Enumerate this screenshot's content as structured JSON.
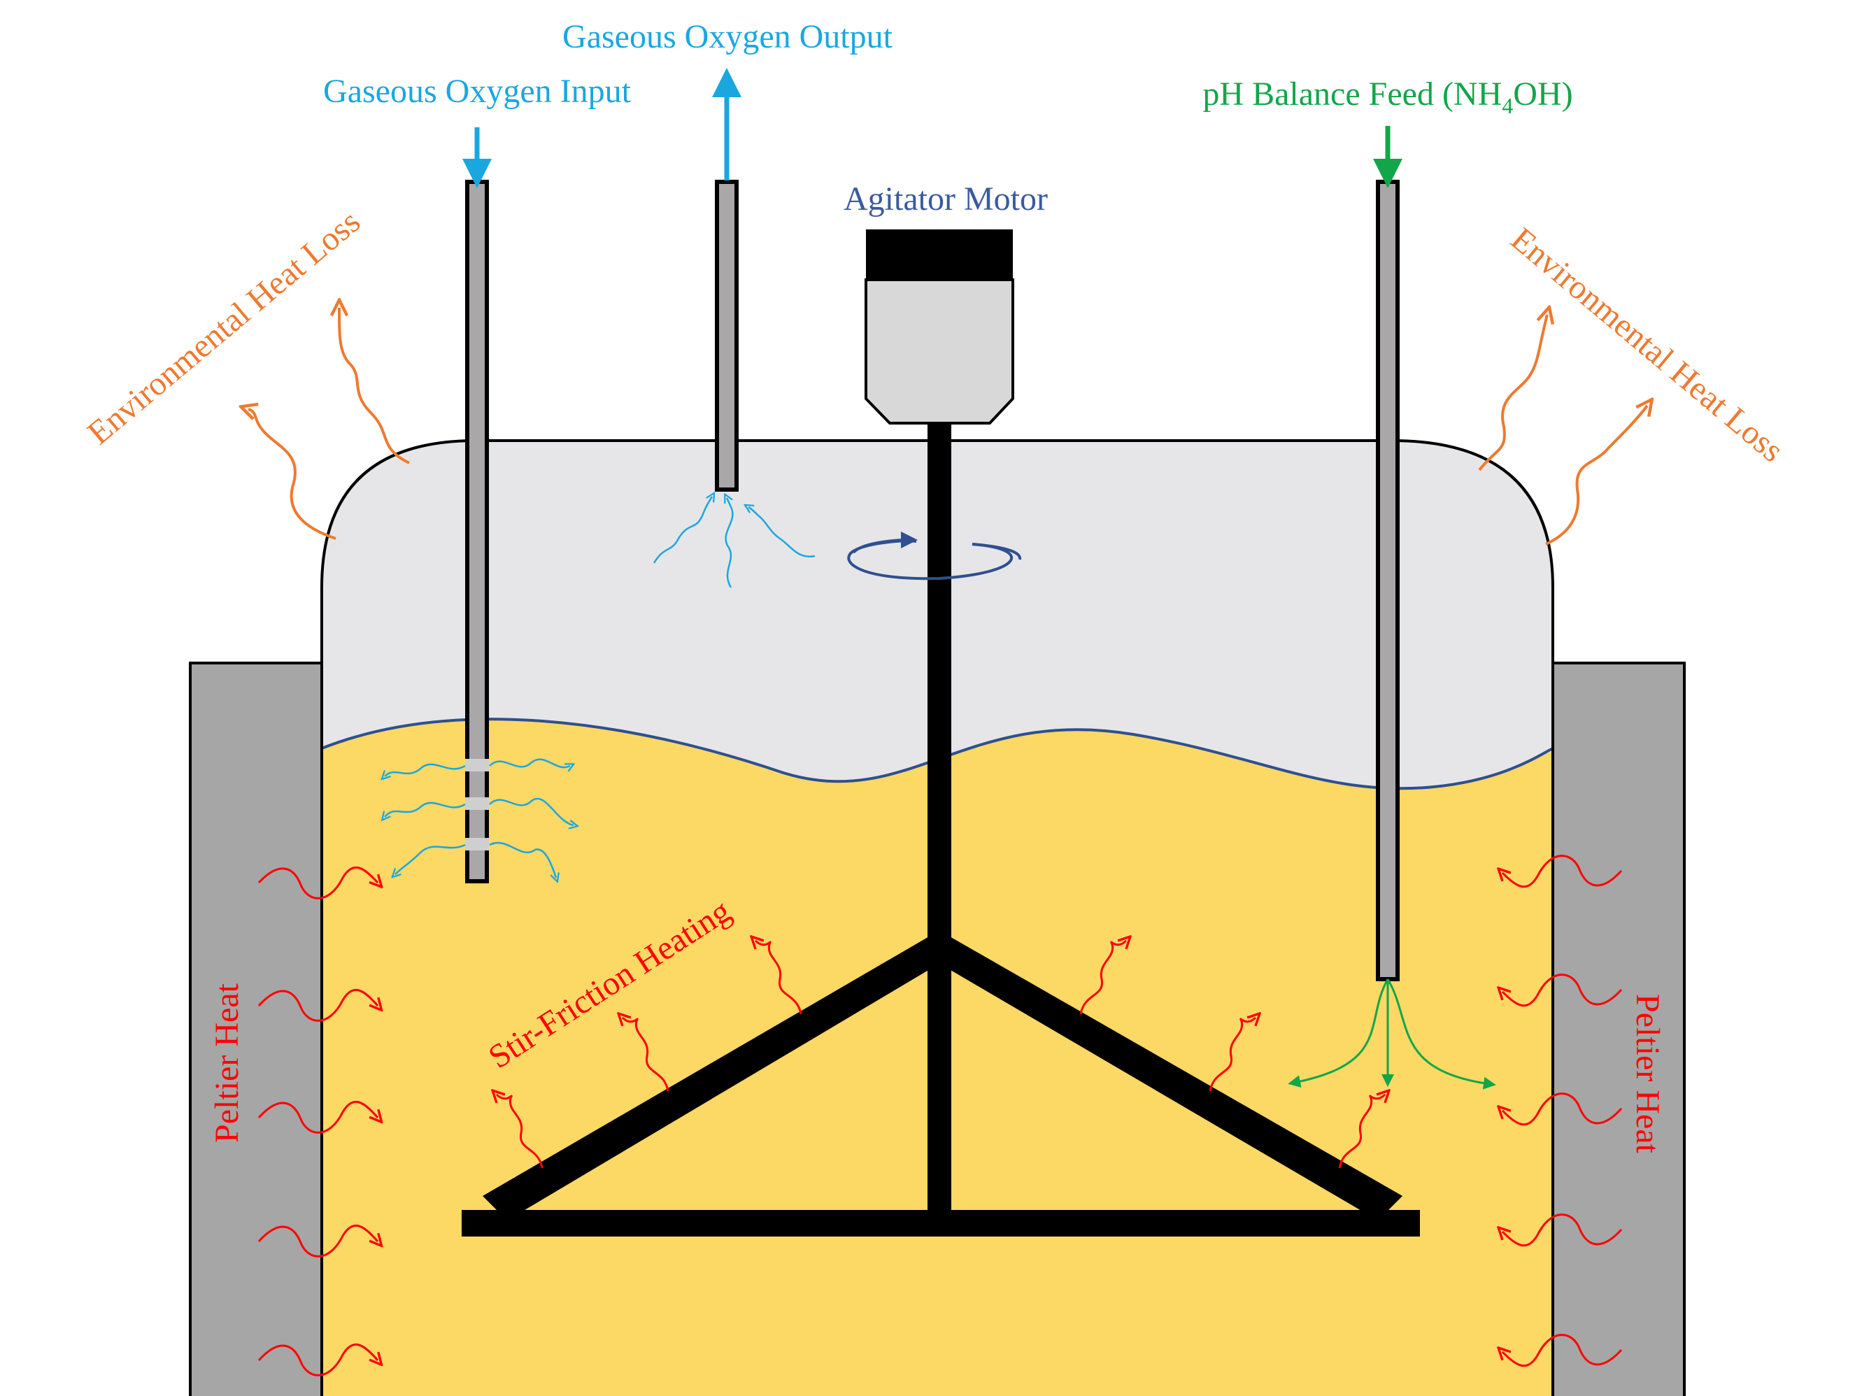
{
  "labels": {
    "oxygen_input": "Gaseous Oxygen Input",
    "oxygen_output": "Gaseous Oxygen Output",
    "agitator_motor": "Agitator Motor",
    "ph_feed_prefix": "pH Balance Feed (NH",
    "ph_feed_subscript": "4",
    "ph_feed_suffix": "OH)",
    "heat_loss_left": "Environmental Heat Loss",
    "heat_loss_right": "Environmental Heat Loss",
    "stir_friction": "Stir-Friction Heating",
    "peltier_left": "Peltier Heat",
    "peltier_right": "Peltier Heat"
  },
  "colors": {
    "oxygen": "#1aa7e0",
    "ph_feed": "#12a64a",
    "agitator": "#3a5aa0",
    "heat_loss": "#ee7a30",
    "heating": "#ff0000",
    "liquid": "#fcd865",
    "headspace": "#e6e6e8",
    "peltier_block": "#a6a6a6",
    "tube": "#a9a7a8",
    "motor_body": "#d8d8d8",
    "wave_line": "#2f4f8f"
  }
}
